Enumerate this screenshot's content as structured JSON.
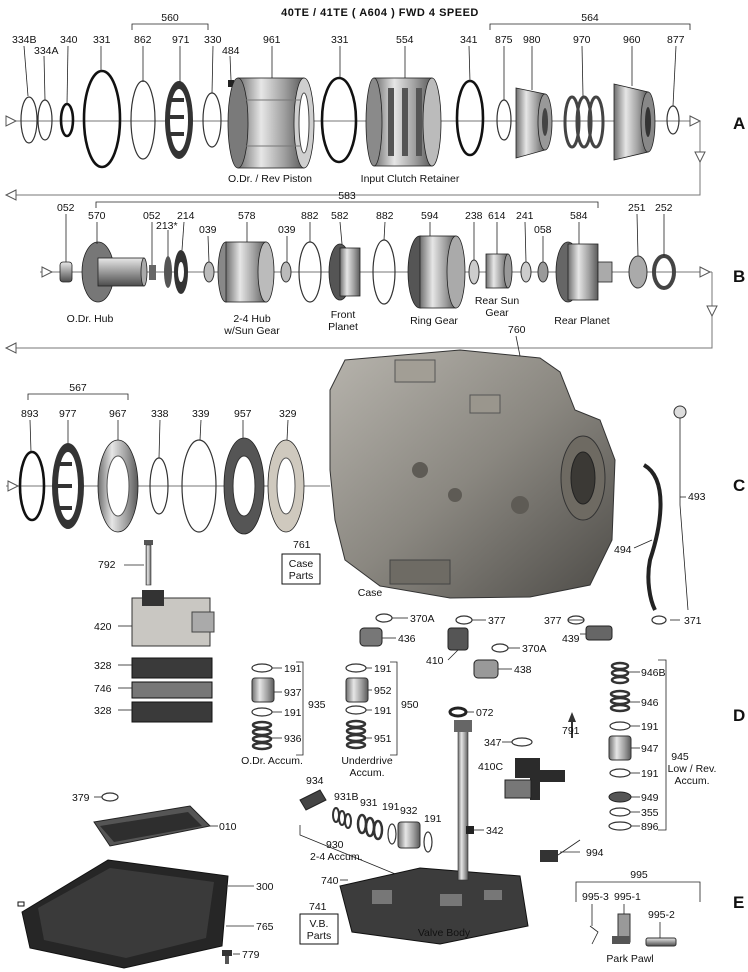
{
  "title": "40TE / 41TE ( A604 )     FWD 4  SPEED",
  "rows": [
    "A",
    "B",
    "C",
    "D",
    "E"
  ],
  "group_labels": {
    "g560": "560",
    "g564": "564",
    "g583": "583",
    "g567": "567",
    "g935": "935",
    "g950": "950",
    "g945": "945",
    "g930": "930",
    "g995": "995"
  },
  "part_numbers": {
    "p334B": "334B",
    "p334A": "334A",
    "p340": "340",
    "p331a": "331",
    "p862": "862",
    "p971": "971",
    "p330": "330",
    "p484": "484",
    "p961": "961",
    "p331b": "331",
    "p554": "554",
    "p341": "341",
    "p875": "875",
    "p980": "980",
    "p970": "970",
    "p960": "960",
    "p877": "877",
    "p052a": "052",
    "p570": "570",
    "p052b": "052",
    "p213": "213*",
    "p214": "214",
    "p039a": "039",
    "p578": "578",
    "p039b": "039",
    "p882a": "882",
    "p582": "582",
    "p882b": "882",
    "p594": "594",
    "p238": "238",
    "p614": "614",
    "p241": "241",
    "p058": "058",
    "p584": "584",
    "p251": "251",
    "p252": "252",
    "p760": "760",
    "p893": "893",
    "p977": "977",
    "p967": "967",
    "p338": "338",
    "p339": "339",
    "p957": "957",
    "p329": "329",
    "p493": "493",
    "p494": "494",
    "p792": "792",
    "p761": "761",
    "p370Aa": "370A",
    "p377a": "377",
    "p377b": "377",
    "p371": "371",
    "p436": "436",
    "p410": "410",
    "p370Ab": "370A",
    "p439": "439",
    "p438": "438",
    "p420": "420",
    "p328a": "328",
    "p746": "746",
    "p328b": "328",
    "p191a": "191",
    "p937": "937",
    "p191b": "191",
    "p936": "936",
    "p191c": "191",
    "p952": "952",
    "p191d": "191",
    "p951": "951",
    "p946B": "946B",
    "p946": "946",
    "p191e": "191",
    "p947": "947",
    "p191f": "191",
    "p949": "949",
    "p355": "355",
    "p896": "896",
    "p072": "072",
    "p347": "347",
    "p791": "791",
    "p410C": "410C",
    "p379": "379",
    "p010": "010",
    "p934": "934",
    "p931B": "931B",
    "p931": "931",
    "p191g": "191",
    "p932": "932",
    "p191h": "191",
    "p342": "342",
    "p994": "994",
    "p300": "300",
    "p765": "765",
    "p740": "740",
    "p741": "741",
    "p779": "779",
    "p995_3": "995-3",
    "p995_1": "995-1",
    "p995_2": "995-2"
  },
  "captions": {
    "odr_rev_piston": "O.Dr. / Rev Piston",
    "input_clutch_retainer": "Input Clutch Retainer",
    "odr_hub": "O.Dr. Hub",
    "hub24_l1": "2-4 Hub",
    "hub24_l2": "w/Sun Gear",
    "front_planet_l1": "Front",
    "front_planet_l2": "Planet",
    "ring_gear": "Ring Gear",
    "rear_sun_l1": "Rear Sun",
    "rear_sun_l2": "Gear",
    "rear_planet": "Rear Planet",
    "case": "Case",
    "case_parts_l1": "Case",
    "case_parts_l2": "Parts",
    "odr_accum": "O.Dr. Accum.",
    "underdrive_l1": "Underdrive",
    "underdrive_l2": "Accum.",
    "lowrev_l1": "Low / Rev.",
    "lowrev_l2": "Accum.",
    "accum24": "2-4 Accum.",
    "valve_body": "Valve  Body",
    "vb_parts_l1": "V.B.",
    "vb_parts_l2": "Parts",
    "park_pawl": "Park Pawl"
  },
  "colors": {
    "metal_light": "#d9d9d9",
    "metal_mid": "#a8a8a8",
    "metal_dark": "#555555",
    "casting": "#8c8a85",
    "rubber": "#2a2a2a"
  }
}
